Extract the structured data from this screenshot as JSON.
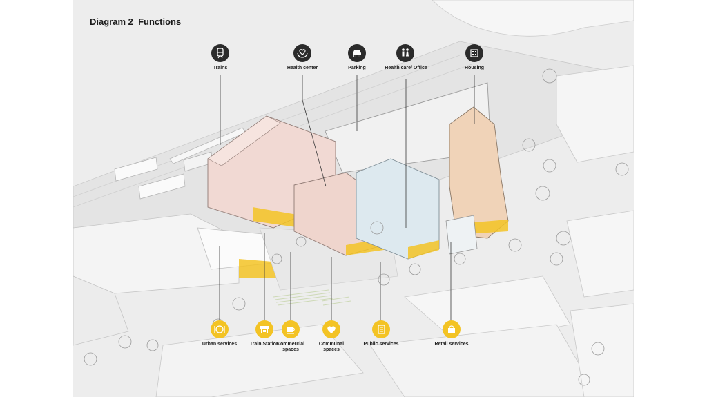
{
  "title": "Diagram 2_Functions",
  "colors": {
    "background": "#ededed",
    "building_pink": "#f1d9d3",
    "building_blue": "#dde9ef",
    "building_peach": "#f0d3b8",
    "accent_yellow": "#f3c324",
    "icon_dark": "#2b2b2b"
  },
  "top_labels": [
    {
      "id": "trains",
      "label": "Trains",
      "icon": "train-icon"
    },
    {
      "id": "health-center",
      "label": "Health center",
      "icon": "heart-hands-icon"
    },
    {
      "id": "parking",
      "label": "Parking",
      "icon": "car-icon"
    },
    {
      "id": "health-care-office",
      "label": "Health care/ Office",
      "icon": "people-icon"
    },
    {
      "id": "housing",
      "label": "Housing",
      "icon": "apartment-icon"
    }
  ],
  "bottom_labels": [
    {
      "id": "urban-services",
      "label": "Urban services",
      "icon": "dining-icon"
    },
    {
      "id": "train-station",
      "label": "Train Station",
      "icon": "station-icon"
    },
    {
      "id": "commercial-spaces",
      "label": "Commercial spaces",
      "icon": "coffee-icon"
    },
    {
      "id": "communal-spaces",
      "label": "Communal spaces",
      "icon": "handshake-heart-icon"
    },
    {
      "id": "public-services",
      "label": "Public services",
      "icon": "document-icon"
    },
    {
      "id": "retail-services",
      "label": "Retail services",
      "icon": "shopping-bag-icon"
    }
  ]
}
